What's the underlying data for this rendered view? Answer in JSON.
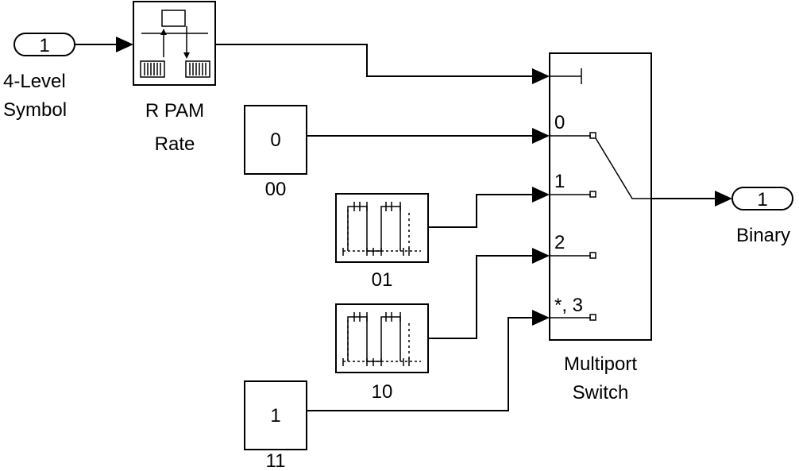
{
  "inport": {
    "number": "1",
    "label_line1": "4-Level",
    "label_line2": "Symbol"
  },
  "rate_block": {
    "label_line1": "R PAM",
    "label_line2": "Rate"
  },
  "const_00": {
    "value": "0",
    "label": "00"
  },
  "pulse_01": {
    "label": "01"
  },
  "pulse_10": {
    "label": "10"
  },
  "const_11": {
    "value": "1",
    "label": "11"
  },
  "switch": {
    "label_line1": "Multiport",
    "label_line2": "Switch",
    "port0": "0",
    "port1": "1",
    "port2": "2",
    "port3": "*, 3"
  },
  "outport": {
    "number": "1",
    "label": "Binary"
  }
}
